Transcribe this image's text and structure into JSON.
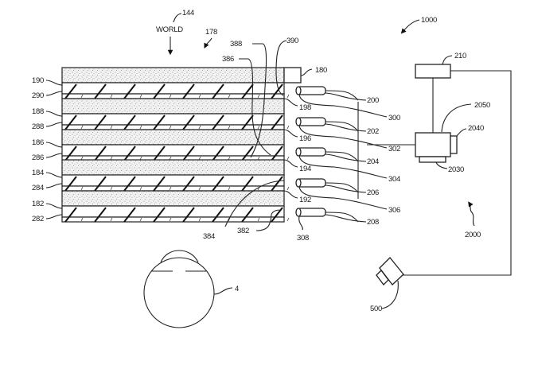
{
  "figure": {
    "type": "patent-drawing",
    "system_label": "1000",
    "world_label": "WORLD",
    "labels": {
      "world_ref": "144",
      "stack_ref": "178",
      "coupler_ref": "180",
      "eye_ref": "4",
      "controller_ref": "210",
      "projector_ref": "2000",
      "projector_body_ref": "2050",
      "projector_lens_ref": "2040",
      "projector_base_ref": "2030",
      "camera_ref": "500"
    },
    "waveguide_layers": [
      {
        "ref": "190",
        "filter_ref": "290"
      },
      {
        "ref": "188",
        "filter_ref": "288"
      },
      {
        "ref": "186",
        "filter_ref": "286"
      },
      {
        "ref": "184",
        "filter_ref": "284"
      },
      {
        "ref": "182",
        "filter_ref": "282"
      }
    ],
    "coupling_elements": [
      "390",
      "388",
      "386",
      "384",
      "382"
    ],
    "input_surfaces": [
      "198",
      "196",
      "194",
      "192"
    ],
    "light_sources": [
      {
        "ref": "200",
        "fiber_ref": "300"
      },
      {
        "ref": "202",
        "fiber_ref": "302"
      },
      {
        "ref": "204",
        "fiber_ref": "304"
      },
      {
        "ref": "206",
        "fiber_ref": "306"
      },
      {
        "ref": "208",
        "fiber_ref": "308"
      }
    ]
  }
}
